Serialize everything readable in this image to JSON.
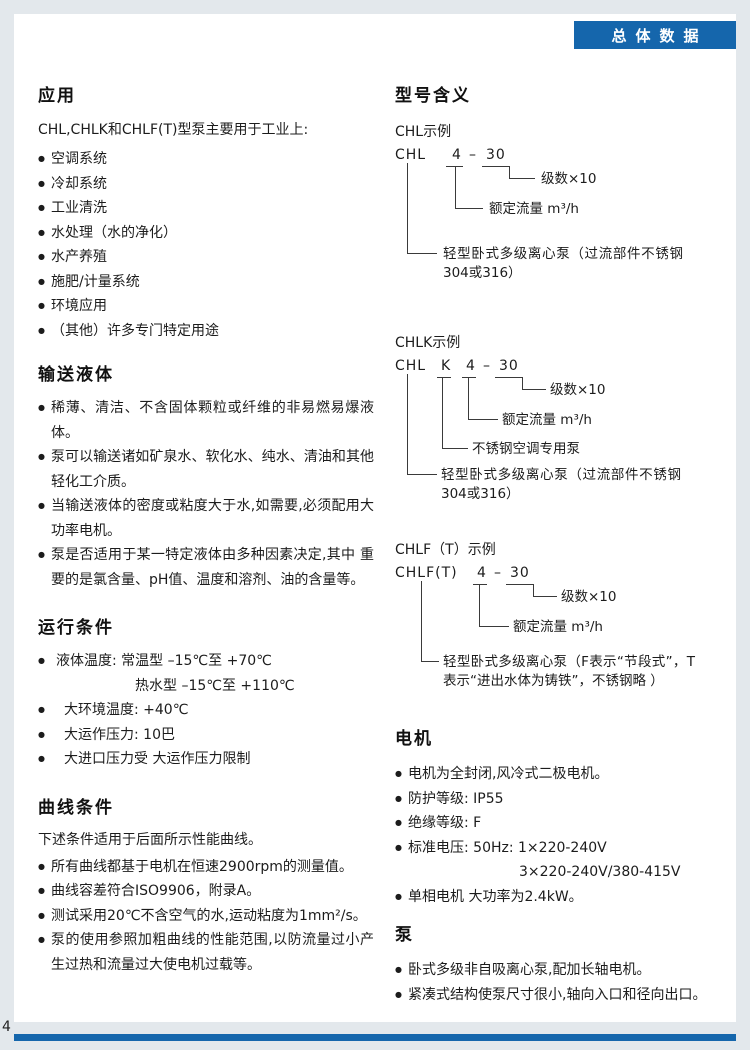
{
  "ui": {
    "bullet": "●"
  },
  "page": {
    "banner": "总体数据",
    "page_number": "4"
  },
  "left": {
    "applications": {
      "title": "应用",
      "intro": "CHL,CHLK和CHLF(T)型泵主要用于工业上:",
      "items": [
        "空调系统",
        "冷却系统",
        "工业清洗",
        "水处理（水的净化）",
        "水产养殖",
        "施肥/计量系统",
        "环境应用",
        "（其他）许多专门特定用途"
      ]
    },
    "liquids": {
      "title": "输送液体",
      "items": [
        "稀薄、清洁、不含固体颗粒或纤维的非易燃易爆液体。",
        "泵可以输送诸如矿泉水、软化水、纯水、清油和其他轻化工介质。",
        "当输送液体的密度或粘度大于水,如需要,必须配用大功率电机。",
        "泵是否适用于某一特定液体由多种因素决定,其中 重要的是氯含量、pH值、温度和溶剂、油的含量等。"
      ]
    },
    "operating": {
      "title": "运行条件",
      "items": [
        "液体温度: 常温型 –15℃至 +70℃",
        "热水型 –15℃至 +110℃",
        "大环境温度: +40℃",
        "大运作压力: 10巴",
        "大进口压力受 大运作压力限制"
      ]
    },
    "curve": {
      "title": "曲线条件",
      "intro": "下述条件适用于后面所示性能曲线。",
      "items": [
        "所有曲线都基于电机在恒速2900rpm的测量值。",
        "曲线容差符合ISO9906，附录A。",
        "测试采用20℃不含空气的水,运动粘度为1mm²/s。",
        "泵的使用参照加粗曲线的性能范围,以防流量过小产生过热和流量过大使电机过载等。"
      ]
    }
  },
  "right": {
    "model": {
      "title": "型号含义",
      "chl": {
        "label": "CHL示例",
        "code": [
          "CHL",
          "4",
          "–",
          "30"
        ],
        "ann": [
          "级数×10",
          "额定流量 m³/h",
          "轻型卧式多级离心泵（过流部件不锈钢304或316）"
        ]
      },
      "chlk": {
        "label": "CHLK示例",
        "code": [
          "CHL",
          "K",
          "4",
          "–",
          "30"
        ],
        "ann": [
          "级数×10",
          "额定流量 m³/h",
          "不锈钢空调专用泵",
          "轻型卧式多级离心泵（过流部件不锈钢304或316）"
        ]
      },
      "chlf": {
        "label": "CHLF（T）示例",
        "code": [
          "CHLF(T)",
          "4",
          "–",
          "30"
        ],
        "ann": [
          "级数×10",
          "额定流量 m³/h",
          "轻型卧式多级离心泵（F表示“节段式”，T表示“进出水体为铸铁”，不锈钢略 ）"
        ]
      }
    },
    "motor": {
      "title": "电机",
      "items": [
        "电机为全封闭,风冷式二极电机。",
        "防护等级: IP55",
        "绝缘等级: F",
        "标准电压: 50Hz: 1×220-240V",
        "3×220-240V/380-415V",
        "单相电机 大功率为2.4kW。"
      ]
    },
    "pump": {
      "title": "泵",
      "items": [
        "卧式多级非自吸离心泵,配加长轴电机。",
        "紧凑式结构使泵尺寸很小,轴向入口和径向出口。"
      ]
    }
  }
}
